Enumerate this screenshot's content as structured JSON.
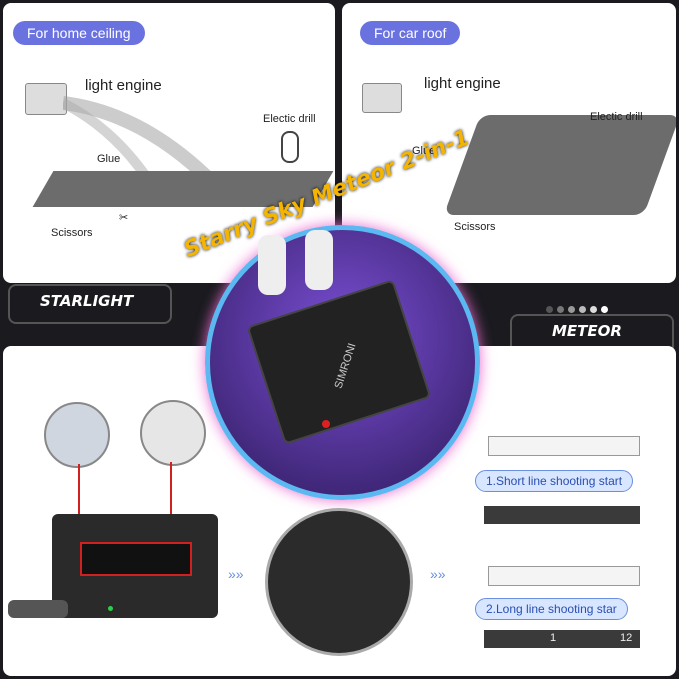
{
  "top_left": {
    "pill": "For home ceiling",
    "engine": "light engine",
    "drill": "Electic drill",
    "glue": "Glue",
    "scissors": "Scissors"
  },
  "top_right": {
    "pill": "For car roof",
    "engine": "light engine",
    "drill": "Electic drill",
    "glue": "Glue",
    "scissors": "Scissors"
  },
  "tabs": {
    "left": "STARLIGHT",
    "right": "METEOR"
  },
  "banner": "Starry Sky Meteor 2-in-1",
  "device": {
    "brand": "SIMRONI"
  },
  "meteor": {
    "short_label": "1.Short line shooting start",
    "long_label": "2.Long line shooting star",
    "long_start": "1",
    "long_end": "12"
  },
  "colors": {
    "accent": "#6a72e0",
    "meteor_box": "#d8e6ff"
  }
}
